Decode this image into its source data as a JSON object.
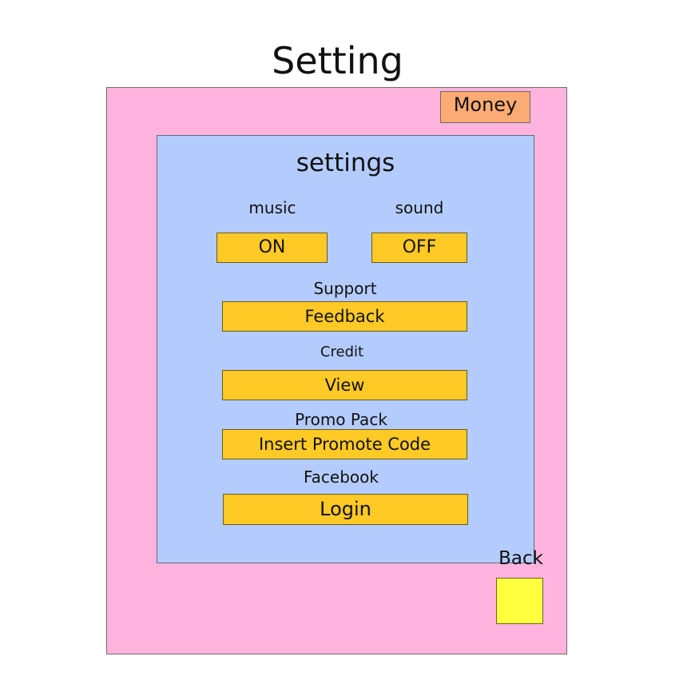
{
  "page": {
    "title": "Setting"
  },
  "header": {
    "money_label": "Money"
  },
  "settings_panel": {
    "title": "settings",
    "music": {
      "label": "music",
      "button": "ON"
    },
    "sound": {
      "label": "sound",
      "button": "OFF"
    },
    "support": {
      "label": "Support",
      "button": "Feedback"
    },
    "credit": {
      "label": "Credit",
      "button": "View"
    },
    "promo": {
      "label": "Promo Pack",
      "button": "Insert Promote Code"
    },
    "facebook": {
      "label": "Facebook",
      "button": "Login"
    }
  },
  "footer": {
    "back_label": "Back"
  },
  "colors": {
    "outer_panel": "#ffb3de",
    "inner_panel": "#b4ccfd",
    "button": "#ffc926",
    "money_badge": "#fbab73",
    "back_button": "#ffff3f"
  }
}
